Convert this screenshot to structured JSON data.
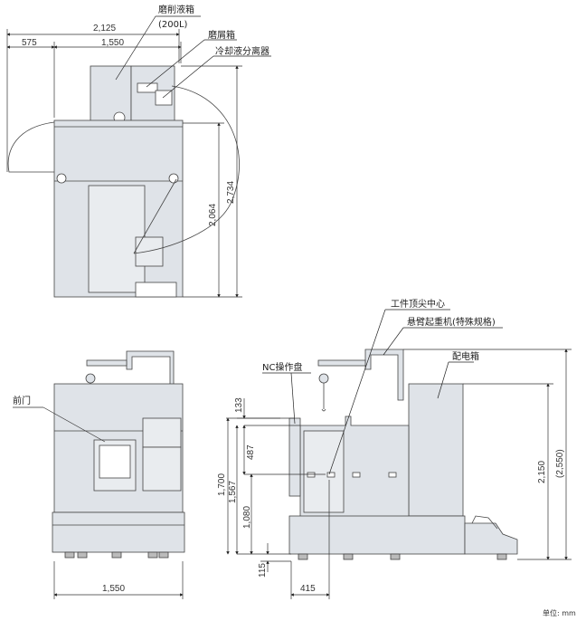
{
  "plan_view": {
    "dims": {
      "total_width": "2,125",
      "left_extent": "575",
      "machine_width": "1,550",
      "depth_inner": "2,064",
      "depth_total": "2,734"
    },
    "labels": {
      "coolant_tank": "磨削液箱",
      "coolant_capacity": "(200L)",
      "chip_box": "磨屑箱",
      "coolant_separator": "冷却液分离器"
    }
  },
  "front_view": {
    "labels": {
      "front_door": "前门"
    },
    "dims": {
      "width": "1,550"
    }
  },
  "side_view": {
    "labels": {
      "workpiece_center": "工件顶尖中心",
      "jib_crane": "悬臂起重机(特殊规格)",
      "electrical_cabinet": "配电箱",
      "nc_panel": "NC操作盘"
    },
    "dims": {
      "d133": "133",
      "d487": "487",
      "d1700": "1,700",
      "d1567": "1,567",
      "d1080": "1,080",
      "d115": "115",
      "d415": "415",
      "d2150": "2,150",
      "d2550": "(2,550)"
    }
  },
  "footer": {
    "unit_label": "单位: mm"
  },
  "colors": {
    "fill": "#dfe3e8",
    "stroke": "#444444",
    "leader": "#222222",
    "door": "#ffffff"
  }
}
